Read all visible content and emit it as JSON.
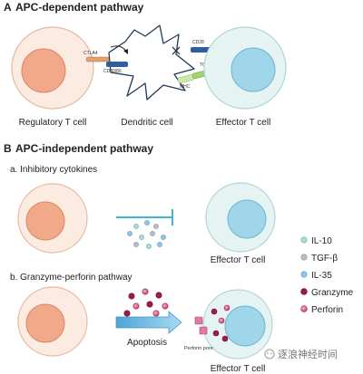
{
  "section_a": {
    "letter": "A",
    "title": "APC-dependent pathway",
    "cells": {
      "regulatory": "Regulatory T cell",
      "dendritic": "Dendritic cell",
      "effector": "Effector T cell"
    },
    "molecules": {
      "ctla4": "CTLA4",
      "cd80_86": "CD80/86",
      "cd28": "CD28",
      "tcr": "TCR",
      "mhc": "MHC"
    }
  },
  "section_b": {
    "letter": "B",
    "title": "APC-independent pathway",
    "sub_a": "a. Inhibitory cytokines",
    "sub_b": "b. Granzyme-perforin pathway",
    "effector_1": "Effector T cell",
    "effector_2": "Effector T cell",
    "apoptosis": "Apoptosis",
    "perforin_pore": "Perforin pore"
  },
  "legend": {
    "items": [
      {
        "label": "IL-10",
        "color": "#a8ddd8"
      },
      {
        "label": "TGF-β",
        "color": "#b9bec6"
      },
      {
        "label": "IL-35",
        "color": "#8fc6e8"
      },
      {
        "label": "Granzyme",
        "color": "#9b1c48"
      },
      {
        "label": "Perforin",
        "color": "#e07aa6"
      }
    ]
  },
  "watermark": "逐浪神经时间",
  "colors": {
    "treg_outer": "#fcebe0",
    "treg_nucleus": "#f2a98a",
    "effector_outer": "#e6f3f3",
    "effector_nucleus": "#9fd6ea",
    "accent_blue": "#3cb4d8"
  }
}
